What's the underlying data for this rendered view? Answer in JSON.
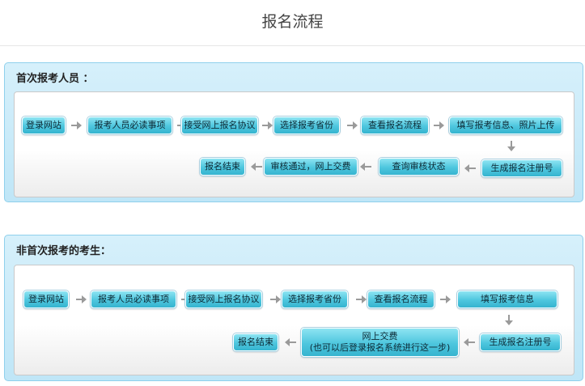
{
  "page": {
    "title": "报名流程"
  },
  "first_time": {
    "heading": "首次报考人员 ：",
    "steps": [
      "登录网站",
      "报考人员必读事项",
      "接受网上报名协议",
      "选择报考省份",
      "查看报名流程",
      "填写报考信息、照片上传",
      "生成报名注册号",
      "查询审核状态",
      "审核通过，网上交费",
      "报名结束"
    ]
  },
  "returning": {
    "heading": "非首次报考的考生：",
    "steps": [
      "登录网站",
      "报考人员必读事项",
      "接受网上报名协议",
      "选择报考省份",
      "查看报名流程",
      "填写报考信息",
      "生成报名注册号",
      {
        "line1": "网上交费",
        "line2": "(也可以后登录报名系统进行这一步)"
      },
      "报名结束"
    ]
  }
}
